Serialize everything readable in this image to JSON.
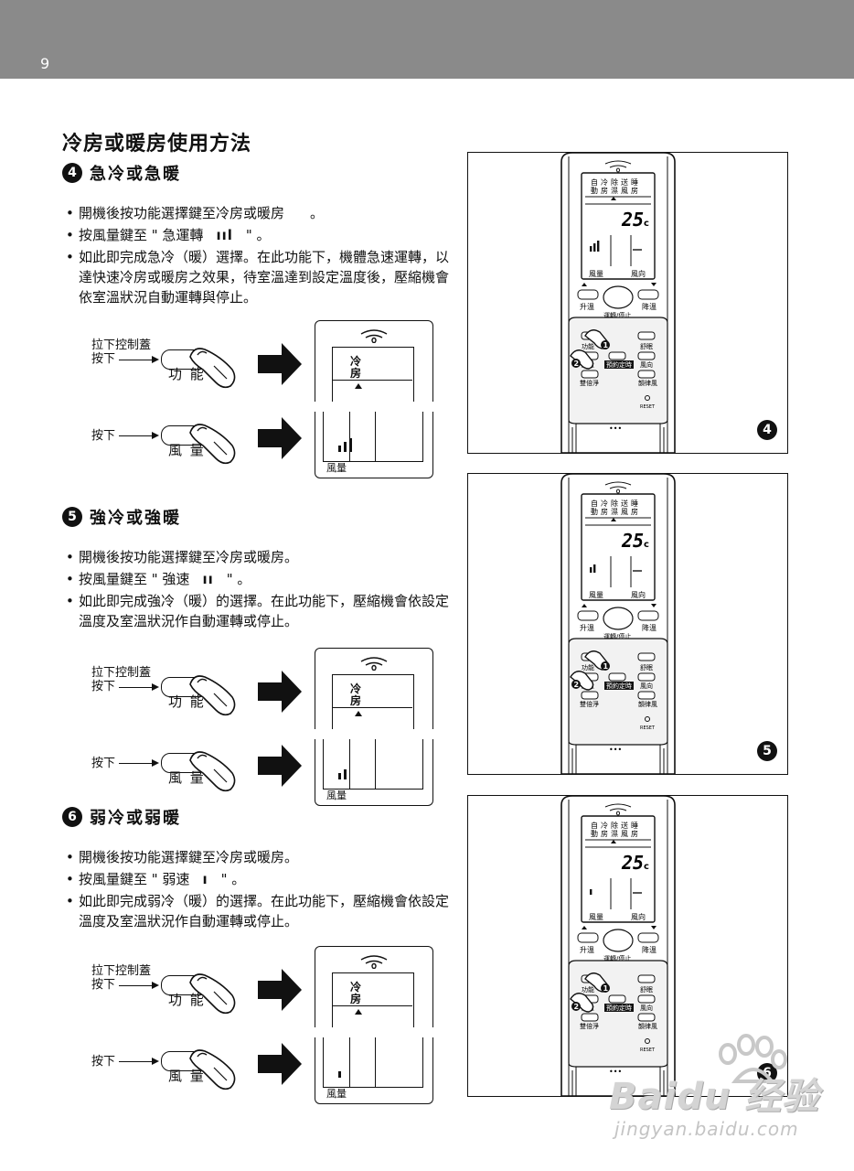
{
  "page_number": "9",
  "title": "冷房或暖房使用方法",
  "sections": [
    {
      "number": "4",
      "heading": "急冷或急暖",
      "bullets": {
        "b1": "開機後按功能選擇鍵至冷房或暖房",
        "b1_tail": "。",
        "b2_pre": "按風量鍵至 \" 急運轉",
        "b2_sig": "ııl",
        "b2_post": "\" 。",
        "b3": "如此即完成急冷（暖）選擇。在此功能下，機體急速運轉，以達快速冷房或暖房之效果，待室溫達到設定溫度後，壓縮機會依室溫狀況自動運轉與停止。"
      },
      "fan_bars": 3
    },
    {
      "number": "5",
      "heading": "強冷或強暖",
      "bullets": {
        "b1": "開機後按功能選擇鍵至冷房或暖房。",
        "b2_pre": "按風量鍵至 \" 強速",
        "b2_sig": "ıı",
        "b2_post": "\" 。",
        "b3": "如此即完成強冷（暖）的選擇。在此功能下，壓縮機會依設定溫度及室溫狀況作自動運轉或停止。"
      },
      "fan_bars": 2
    },
    {
      "number": "6",
      "heading": "弱冷或弱暖",
      "bullets": {
        "b1": "開機後按功能選擇鍵至冷房或暖房。",
        "b2_pre": "按風量鍵至 \" 弱速",
        "b2_sig": "ı",
        "b2_post": "\" 。",
        "b3": "如此即完成弱冷（暖）的選擇。在此功能下，壓縮機會依設定溫度及室溫狀況作自動運轉或停止。"
      },
      "fan_bars": 1
    }
  ],
  "step_labels": {
    "pull_down": "拉下控制蓋",
    "press": "按下",
    "function_button": "功 能",
    "fan_button": "風 量",
    "lcd_mode": "冷\n房",
    "lcd_fan": "風量"
  },
  "remote": {
    "lcd_modes_top": [
      "自",
      "冷",
      "除",
      "送",
      "睡"
    ],
    "lcd_modes_bottom": [
      "動",
      "房",
      "濕",
      "風",
      "房"
    ],
    "temperature": "25",
    "unit": "c",
    "fan_label": "風量",
    "direction_label": "風向",
    "up_label": "升溫",
    "power_label": "運轉/停止",
    "down_label": "降溫",
    "function_label": "功能",
    "sleep_label": "舒眠",
    "fan_btn_label": "風量",
    "timer_label": "預約定時",
    "direction_btn_label": "風向",
    "double_label": "雙倍淨",
    "rhythm_label": "韻律風",
    "reset_label": "RESET",
    "dots": "•••"
  },
  "watermark": {
    "main": "Baidu 经验",
    "sub": "jingyan.baidu.com"
  }
}
